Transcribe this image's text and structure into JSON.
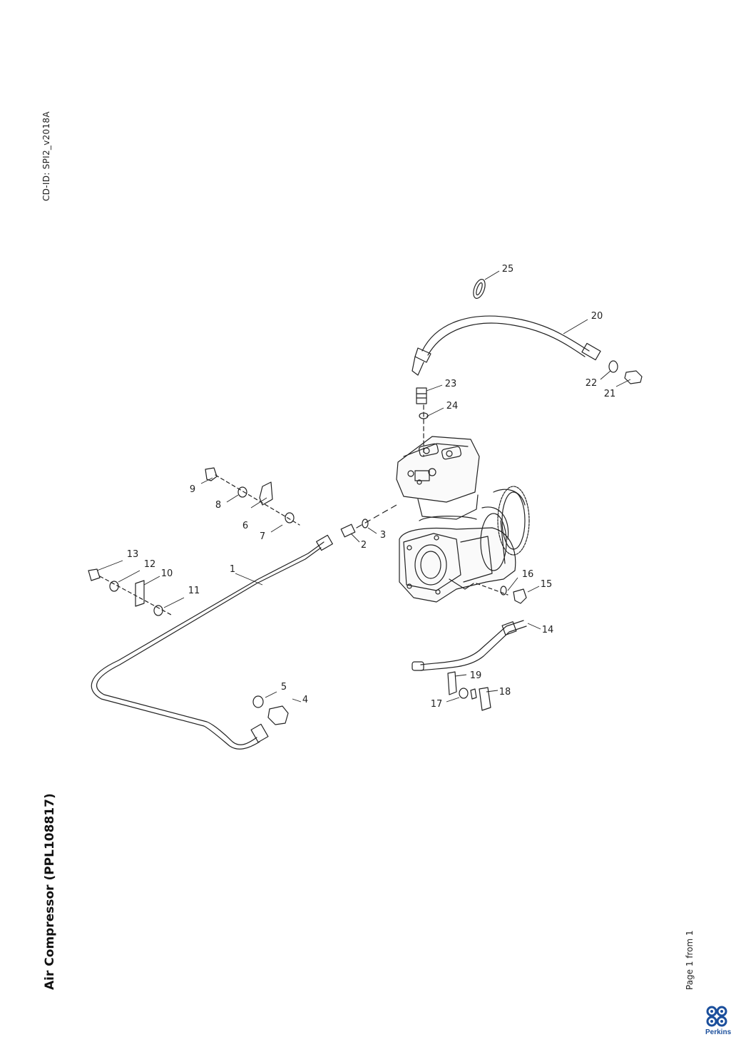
{
  "header": {
    "cd_id": "CD-ID: SPI2_v2018A"
  },
  "title": "Air Compressor (PPL108817)",
  "footer": {
    "page_info": "Page 1 from 1"
  },
  "logo": {
    "brand": "Perkins",
    "icon": "perkins-logo-icon",
    "color": "#1b4f9c"
  },
  "callouts": [
    "1",
    "2",
    "3",
    "4",
    "5",
    "6",
    "7",
    "8",
    "9",
    "10",
    "11",
    "12",
    "13",
    "14",
    "15",
    "16",
    "17",
    "18",
    "19",
    "20",
    "21",
    "22",
    "23",
    "24",
    "25"
  ]
}
